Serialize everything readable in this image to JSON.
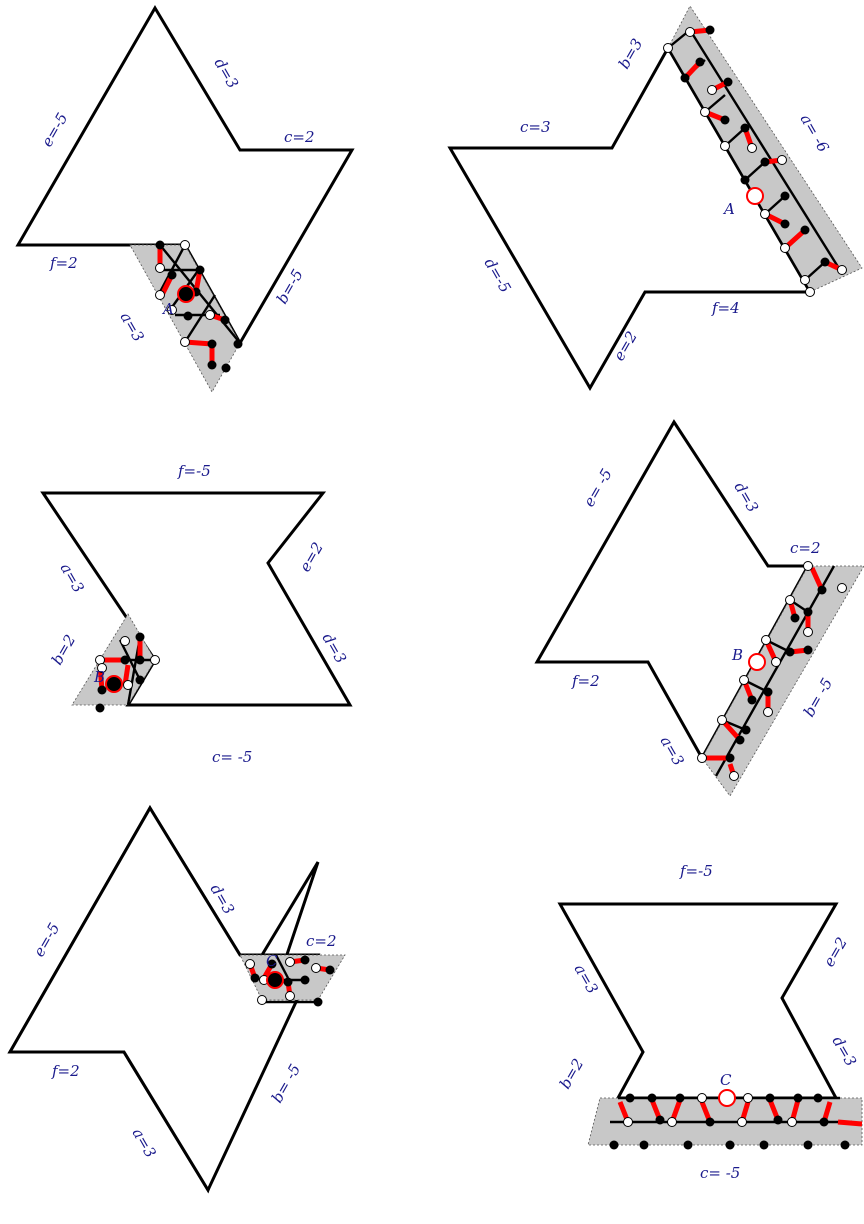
{
  "panels": [
    {
      "labels": {
        "d": "d=3",
        "c": "c=2",
        "e": "e=-5",
        "f": "f=2",
        "b": "b=-5",
        "a": "a=3"
      },
      "marker": "A",
      "marker_style": "filled"
    },
    {
      "labels": {
        "b": "b=3",
        "c": "c=3",
        "a": "a= -6",
        "d": "d=-5",
        "f": "f=4",
        "e": "e=2"
      },
      "marker": "A",
      "marker_style": "open"
    },
    {
      "labels": {
        "f": "f=-5",
        "e": "e=2",
        "a": "a=3",
        "d": "d=3",
        "b": "b=2",
        "c": "c= -5"
      },
      "marker": "B",
      "marker_style": "filled"
    },
    {
      "labels": {
        "e": "e= -5",
        "d": "d=3",
        "c": "c=2",
        "f": "f=2",
        "b": "b= -5",
        "a": "a=3"
      },
      "marker": "B",
      "marker_style": "open"
    },
    {
      "labels": {
        "d": "d=3",
        "e": "e=-5",
        "c": "c=2",
        "f": "f=2",
        "b": "b= -5",
        "a": "a=3"
      },
      "marker": "C",
      "marker_style": "filled"
    },
    {
      "labels": {
        "f": "f=-5",
        "e": "e=2",
        "a": "a=3",
        "d": "d=3",
        "b": "b=2",
        "c": "c= -5"
      },
      "marker": "C",
      "marker_style": "open"
    }
  ],
  "colors": {
    "outline": "#000000",
    "shade": "#c8c8c8",
    "matching_edge": "#ff0000",
    "label": "#1a1a8c"
  }
}
